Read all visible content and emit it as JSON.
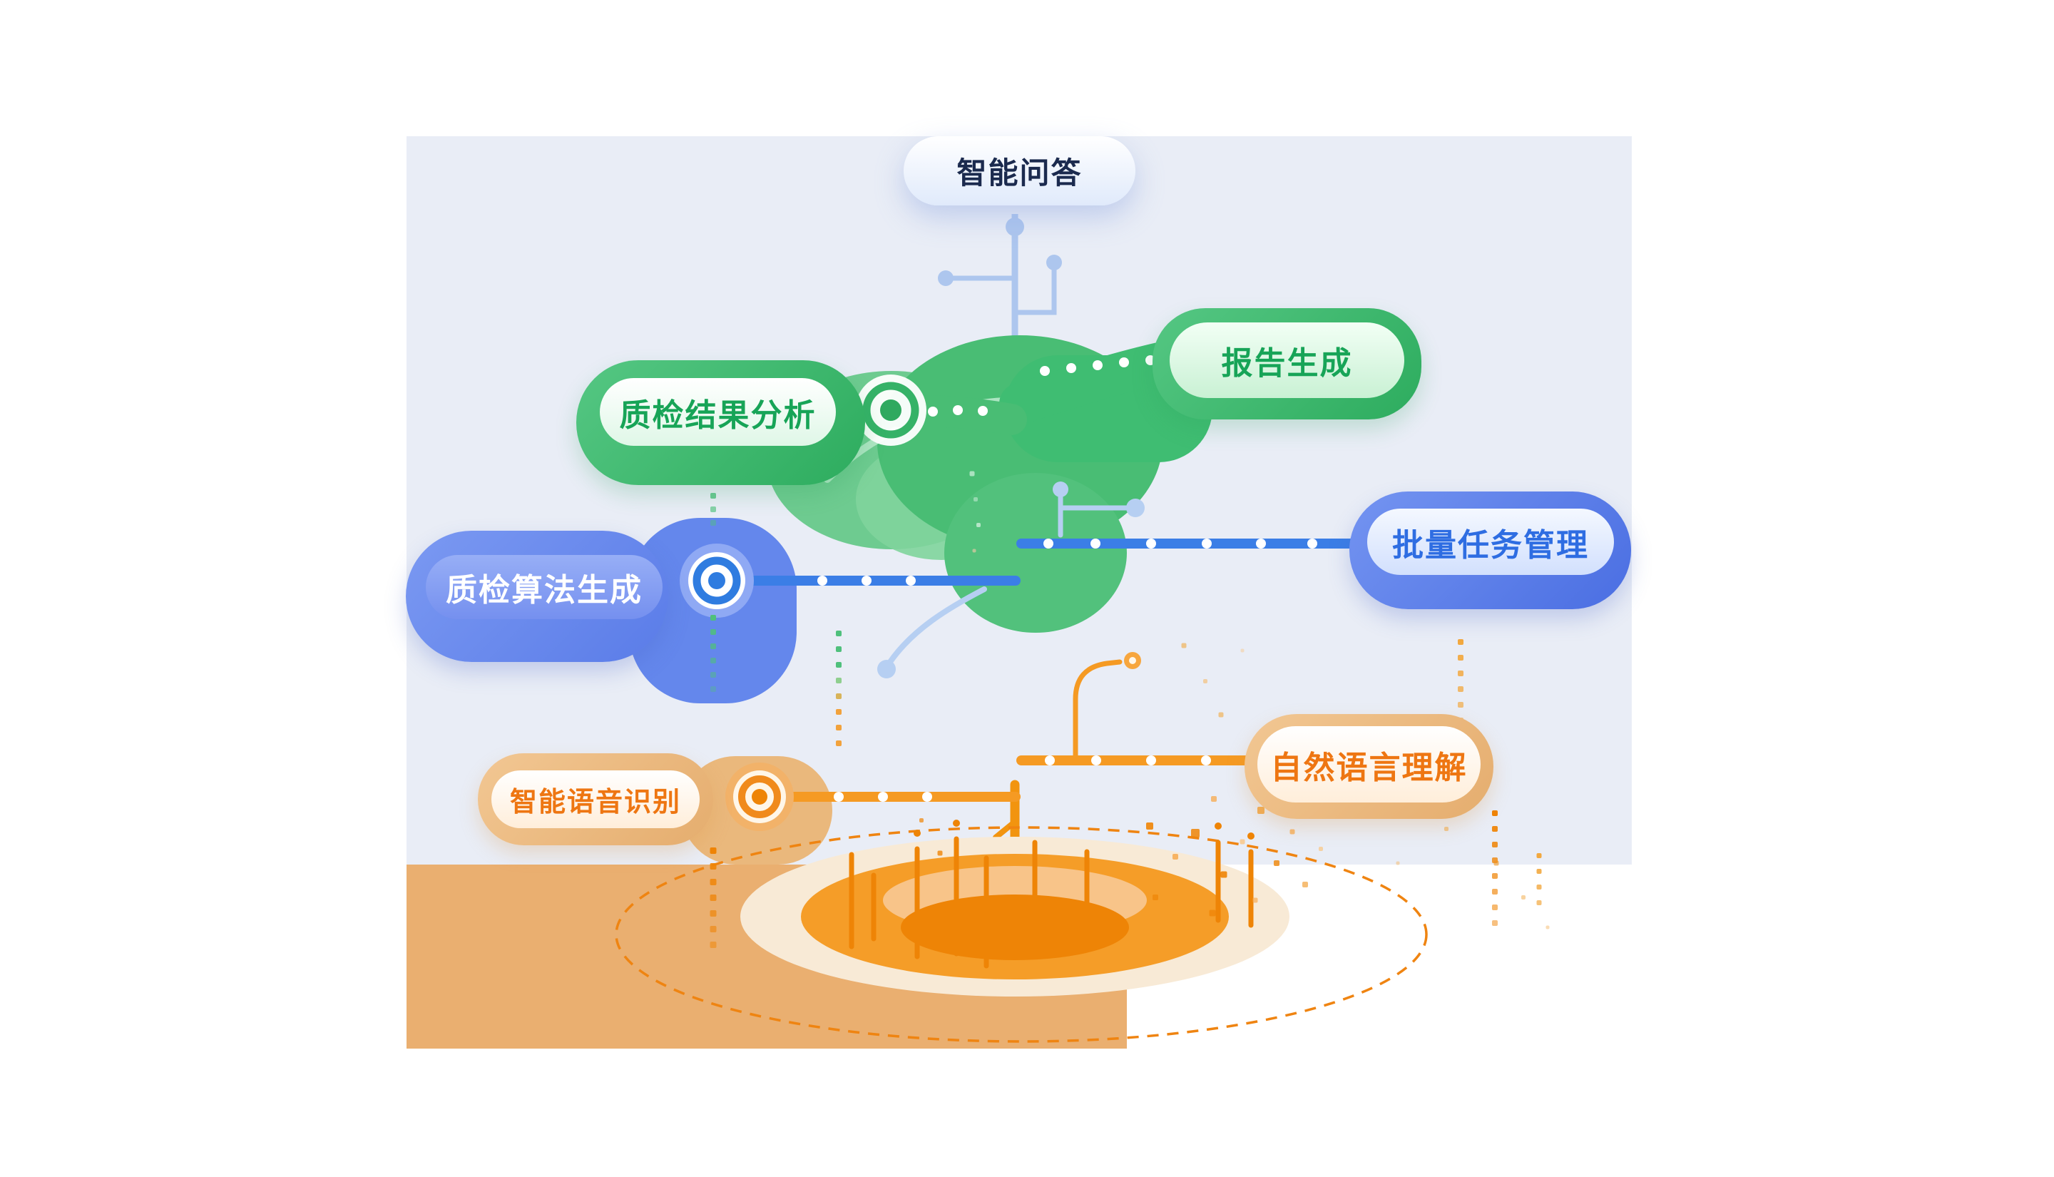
{
  "nodes": {
    "qa": "智能问答",
    "report": "报告生成",
    "analysis": "质检结果分析",
    "batch": "批量任务管理",
    "algorithm": "质检算法生成",
    "nlu": "自然语言理解",
    "asr": "智能语音识别"
  },
  "colors": {
    "panel_bg": "#e9edf6",
    "ground": "#eaaf70",
    "green": "#3fbd72",
    "green_text": "#17a457",
    "blue": "#5b82ea",
    "blue_branch": "#3b7ee6",
    "light_blue": "#adc6ee",
    "blue_text": "#2e6de2",
    "orange": "#f59a23",
    "orange_deep": "#ee8406",
    "orange_text": "#ee7612",
    "tan": "#ecb87f",
    "navy_text": "#1b2a4e"
  }
}
